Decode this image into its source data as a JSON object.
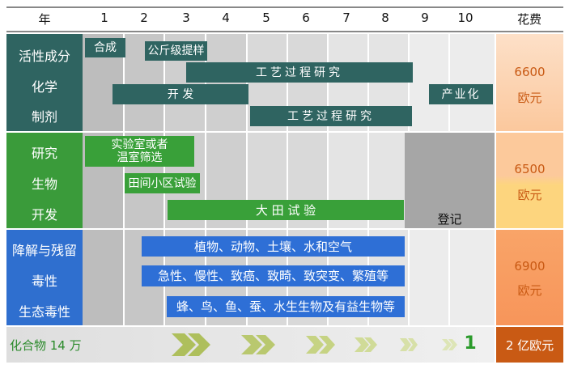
{
  "header": {
    "year_label": "年",
    "cost_label": "花费",
    "years": [
      "1",
      "2",
      "3",
      "4",
      "5",
      "6",
      "7",
      "8",
      "9",
      "10"
    ]
  },
  "sections": [
    {
      "labels": [
        "活性成分",
        "化学",
        "制剂"
      ],
      "bars": [
        "合成",
        "公斤级提样",
        "工艺过程研究",
        "开    发",
        "产业化",
        "工艺过程研究"
      ],
      "cost": [
        "6600",
        "欧元"
      ]
    },
    {
      "labels": [
        "研究",
        "生物",
        "开发"
      ],
      "bars": [
        "实验室或者\n温室筛选",
        "田间小区试验",
        "大 田 试 验"
      ],
      "registration": "登记",
      "cost": [
        "6500",
        "欧元"
      ]
    },
    {
      "labels": [
        "降解与残留",
        "毒性",
        "生态毒性"
      ],
      "bars": [
        "植物、动物、土壤、水和空气",
        "急性、慢性、致癌、致畸、致突变、繁殖等",
        "蜂、鸟、鱼、蚕、水生生物及有益生物等"
      ],
      "cost": [
        "6900",
        "欧元"
      ]
    }
  ],
  "footer": {
    "compounds": "化合物  14 万",
    "result": "1",
    "total_cost": "2 亿欧元"
  },
  "colors": {
    "section1": "#2f6461",
    "section2": "#3a9b3a",
    "section3": "#2f6fcf",
    "bar_teal": "#2f6461",
    "bar_green": "#39a039",
    "bar_blue": "#2e6fd6",
    "chevron": "#b5c56a",
    "total": "#c95a14"
  }
}
